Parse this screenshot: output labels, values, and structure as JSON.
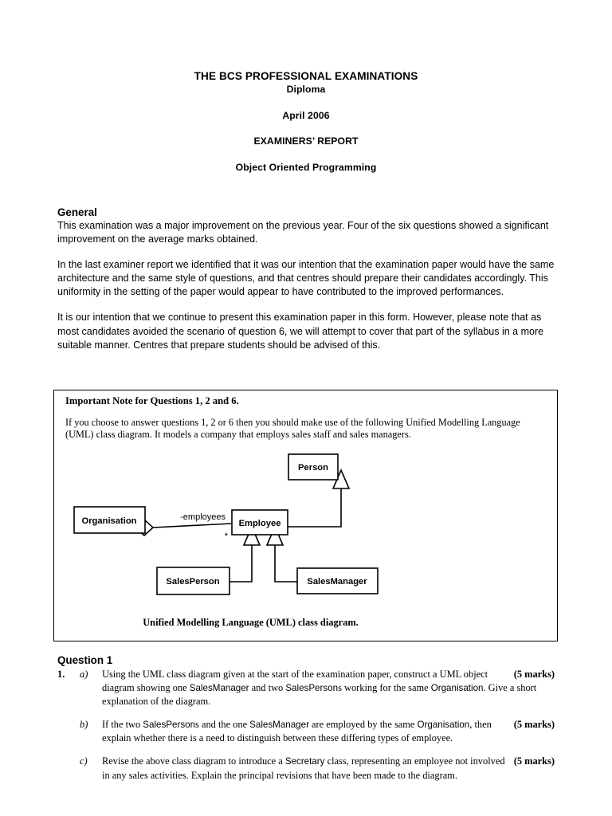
{
  "header": {
    "line1": "THE BCS PROFESSIONAL EXAMINATIONS",
    "line2": "Diploma",
    "line3": "April 2006",
    "line4": "EXAMINERS’ REPORT",
    "line5": "Object Oriented Programming"
  },
  "general": {
    "heading": "General",
    "paragraph1": "This examination was a major improvement on the previous year.  Four of the six questions showed a significant improvement on the average marks obtained.",
    "paragraph2": "In the last examiner report we identified that it was our intention that the examination paper would have the same architecture and the same style of questions, and that centres should prepare their candidates accordingly.  This uniformity in the setting of the paper would appear to have contributed to the improved performances.",
    "paragraph3": "It is our intention that we continue to present this examination paper in this form.  However, please note that as most candidates avoided the scenario of question 6, we will attempt to cover that part of the syllabus in a more suitable manner.  Centres that prepare students should be advised of this."
  },
  "note_box": {
    "title": "Important Note for Questions 1, 2 and 6.",
    "paragraph": "If you choose to answer questions 1, 2 or 6 then you should make use of the following Unified Modelling Language (UML) class diagram. It models a company that employs sales staff and sales managers.",
    "caption": "Unified Modelling Language (UML) class diagram."
  },
  "uml_diagram": {
    "classes": {
      "person": "Person",
      "organisation": "Organisation",
      "employee": "Employee",
      "salesperson": "SalesPerson",
      "salesmanager": "SalesManager"
    },
    "association_role": "-employees",
    "association_multiplicity": "*",
    "relationships": [
      {
        "type": "aggregation",
        "from": "Organisation",
        "to": "Employee",
        "role": "-employees",
        "multiplicity": "*"
      },
      {
        "type": "generalization",
        "from": "Employee",
        "to": "Person"
      },
      {
        "type": "generalization",
        "from": "SalesPerson",
        "to": "Employee"
      },
      {
        "type": "generalization",
        "from": "SalesManager",
        "to": "Employee"
      }
    ],
    "line_color": "#000000",
    "fill_color": "#ffffff"
  },
  "question": {
    "heading": "Question 1",
    "number": "1.",
    "parts": [
      {
        "letter": "a)",
        "text_1": "Using the UML class diagram given at the start of the examination paper, construct a UML object diagram showing one ",
        "cls_1": "SalesManager",
        "text_2": " and two ",
        "cls_2": "SalesPerson",
        "text_3": "s working for the same ",
        "cls_3": "Organisation",
        "text_4": ". Give a short explanation of the diagram.",
        "marks": "(5 marks)"
      },
      {
        "letter": "b)",
        "text_1": "If the two ",
        "cls_1": "SalesPerson",
        "text_2": "s and the one ",
        "cls_2": "SalesManager",
        "text_3": " are employed by the same ",
        "cls_3": "Organisation",
        "text_4": ", then explain whether there is a need to distinguish between these differing types of employee.",
        "marks": "(5 marks)"
      },
      {
        "letter": "c)",
        "text_1": "Revise the above class diagram to introduce a ",
        "cls_1": "Secretary",
        "text_2": " class, representing an employee not involved in any sales activities. Explain the principal revisions that have been made to the diagram.",
        "text_3": "",
        "cls_3": "",
        "text_4": "",
        "marks": "(5 marks)"
      }
    ]
  }
}
